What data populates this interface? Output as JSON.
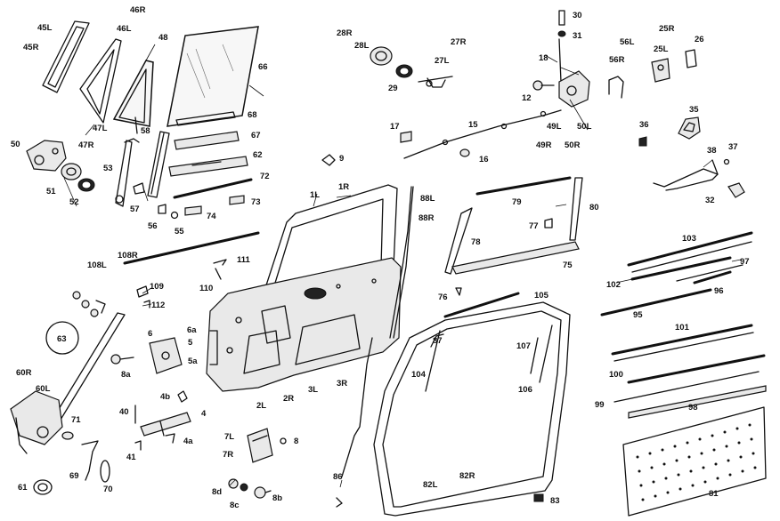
{
  "diagram": {
    "labels": {
      "l45L": "45L",
      "l45R": "45R",
      "l46R": "46R",
      "l46L": "46L",
      "l48": "48",
      "l47L": "47L",
      "l47R": "47R",
      "l50": "50",
      "l51": "51",
      "l52": "52",
      "l53": "53",
      "l57": "57",
      "l58": "58",
      "l56": "56",
      "l55": "55",
      "l66": "66",
      "l68": "68",
      "l67": "67",
      "l62": "62",
      "l72": "72",
      "l73": "73",
      "l74": "74",
      "l9": "9",
      "l1L": "1L",
      "l1R": "1R",
      "l28R": "28R",
      "l28L": "28L",
      "l29": "29",
      "l27R": "27R",
      "l27L": "27L",
      "l30": "30",
      "l31": "31",
      "l18": "18",
      "l12": "12",
      "l17": "17",
      "l15": "15",
      "l16": "16",
      "l49L": "49L",
      "l49R": "49R",
      "l50L": "50L",
      "l50R": "50R",
      "l25R": "25R",
      "l26": "26",
      "l25L": "25L",
      "l56L": "56L",
      "l56R": "56R",
      "l35": "35",
      "l36": "36",
      "l38": "38",
      "l37": "37",
      "l32": "32",
      "l88L": "88L",
      "l88R": "88R",
      "l79": "79",
      "l80": "80",
      "l78": "78",
      "l77": "77",
      "l75": "75",
      "l103": "103",
      "l97": "97",
      "l102": "102",
      "l96": "96",
      "l95": "95",
      "l108R": "108R",
      "l108L": "108L",
      "l111": "111",
      "l109": "109",
      "l110": "110",
      "l112": "112",
      "l63": "63",
      "l6": "6",
      "l6a": "6a",
      "l5": "5",
      "l5a": "5a",
      "l8a": "8a",
      "l60R": "60R",
      "l60L": "60L",
      "l71": "71",
      "l4b": "4b",
      "l40": "40",
      "l4": "4",
      "l4a": "4a",
      "l41": "41",
      "l69": "69",
      "l70": "70",
      "l61": "61",
      "l7L": "7L",
      "l7R": "7R",
      "l8": "8",
      "l8d": "8d",
      "l8c": "8c",
      "l8b": "8b",
      "l2L": "2L",
      "l2R": "2R",
      "l3L": "3L",
      "l3R": "3R",
      "l76": "76",
      "l105": "105",
      "l87": "87",
      "l104": "104",
      "l107": "107",
      "l106": "106",
      "l101": "101",
      "l100": "100",
      "l99": "99",
      "l98": "98",
      "l86": "86",
      "l82L": "82L",
      "l82R": "82R",
      "l83": "83",
      "l81": "81"
    }
  }
}
